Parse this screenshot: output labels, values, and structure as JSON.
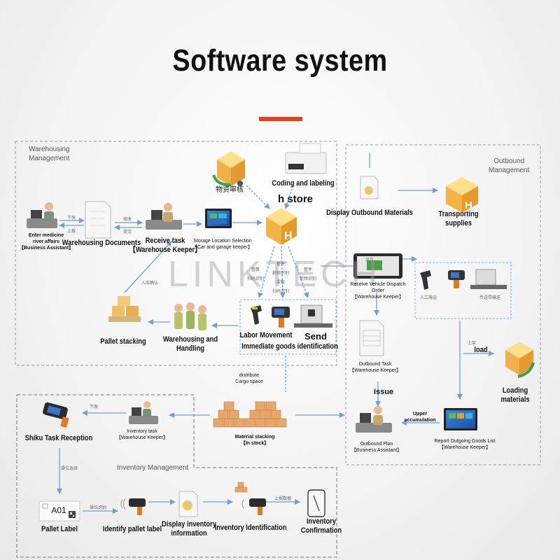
{
  "title": "Software system",
  "watermark": "LINKTECH",
  "regions": {
    "warehousing": "Warehousing\nManagement",
    "outbound": "Outbound\nManagement",
    "inventory": "Inventory Management"
  },
  "nodes": {
    "enter_medicine": "Enter medicine\nriver affairs\n【Business Assistant】",
    "warehousing_documents": "Warehousing Documents",
    "receive_task": "Receive task\n【Warehouse Keeper】",
    "storage_location": "Storage Location Selection\n【Car and garage keeper】",
    "coding_labeling": "Coding and labeling",
    "h_store": "h store",
    "material_review": "物资审核",
    "labor_movement": "Labor Movement",
    "send": "Send",
    "immediate_goods": "Immediate goods identification",
    "warehousing_handling": "Warehousing and\nHandling",
    "pallet_stacking": "Pallet stacking",
    "display_outbound": "Display Outbound Materials",
    "transporting_supplies": "Transporting\nsupplies",
    "vehicle_dispatch": "Receive Vehicle Dispatch\nOrder\n【Warehouse Keeper】",
    "manual_handling": "人工搬运",
    "conveyor_line": "传送带输送",
    "load": "load",
    "loading_materials": "Loading\nmaterials",
    "outbound_task": "Outbound Task\n【Warehouse Keeper】",
    "issue": "Issue",
    "upper_accumulation": "Upper\naccumulation",
    "report_outgoing": "Report Outgoing Goods List\n【Warehouse Keeper】",
    "outbound_plan": "Outbound Plan\n【Business Assistant】",
    "distribute": "distribute\nCargo space",
    "material_stacking": "Material stacking\n【In stock】",
    "inventory_task": "Inventory task\n【Warehouse Keeper】",
    "shiku_reception": "Shiku Task Reception",
    "pallet_label": "Pallet Label",
    "pallet_code": "A01",
    "identify_pallet": "Identify pallet label",
    "display_inventory": "Display inventory\ninformation",
    "inventory_identification": "Inventory Identification",
    "inventory_confirmation": "Inventory\nConfirmation"
  },
  "edge_labels": {
    "issue_down": "下发",
    "report_up": "上报",
    "receive_in": "接收",
    "submit": "提交",
    "inbound_confirm": "入库确认",
    "scan_a": "整数\n扫码识别",
    "scan_b": "整件\n射频识别\n零数\n扫码识别",
    "scan_c": "整件\n射频识别",
    "inventory_issue": "下发",
    "select_location": "操位选择",
    "scan_identify": "操位识别",
    "upload_data": "上报数据",
    "upper_rack": "上架",
    "dispatch": "派车"
  },
  "colors": {
    "accent": "#e8401c",
    "arrow": "#6f9fd8",
    "dashed_border": "#9a9a9a",
    "highlight_border": "#7fb2e5"
  }
}
